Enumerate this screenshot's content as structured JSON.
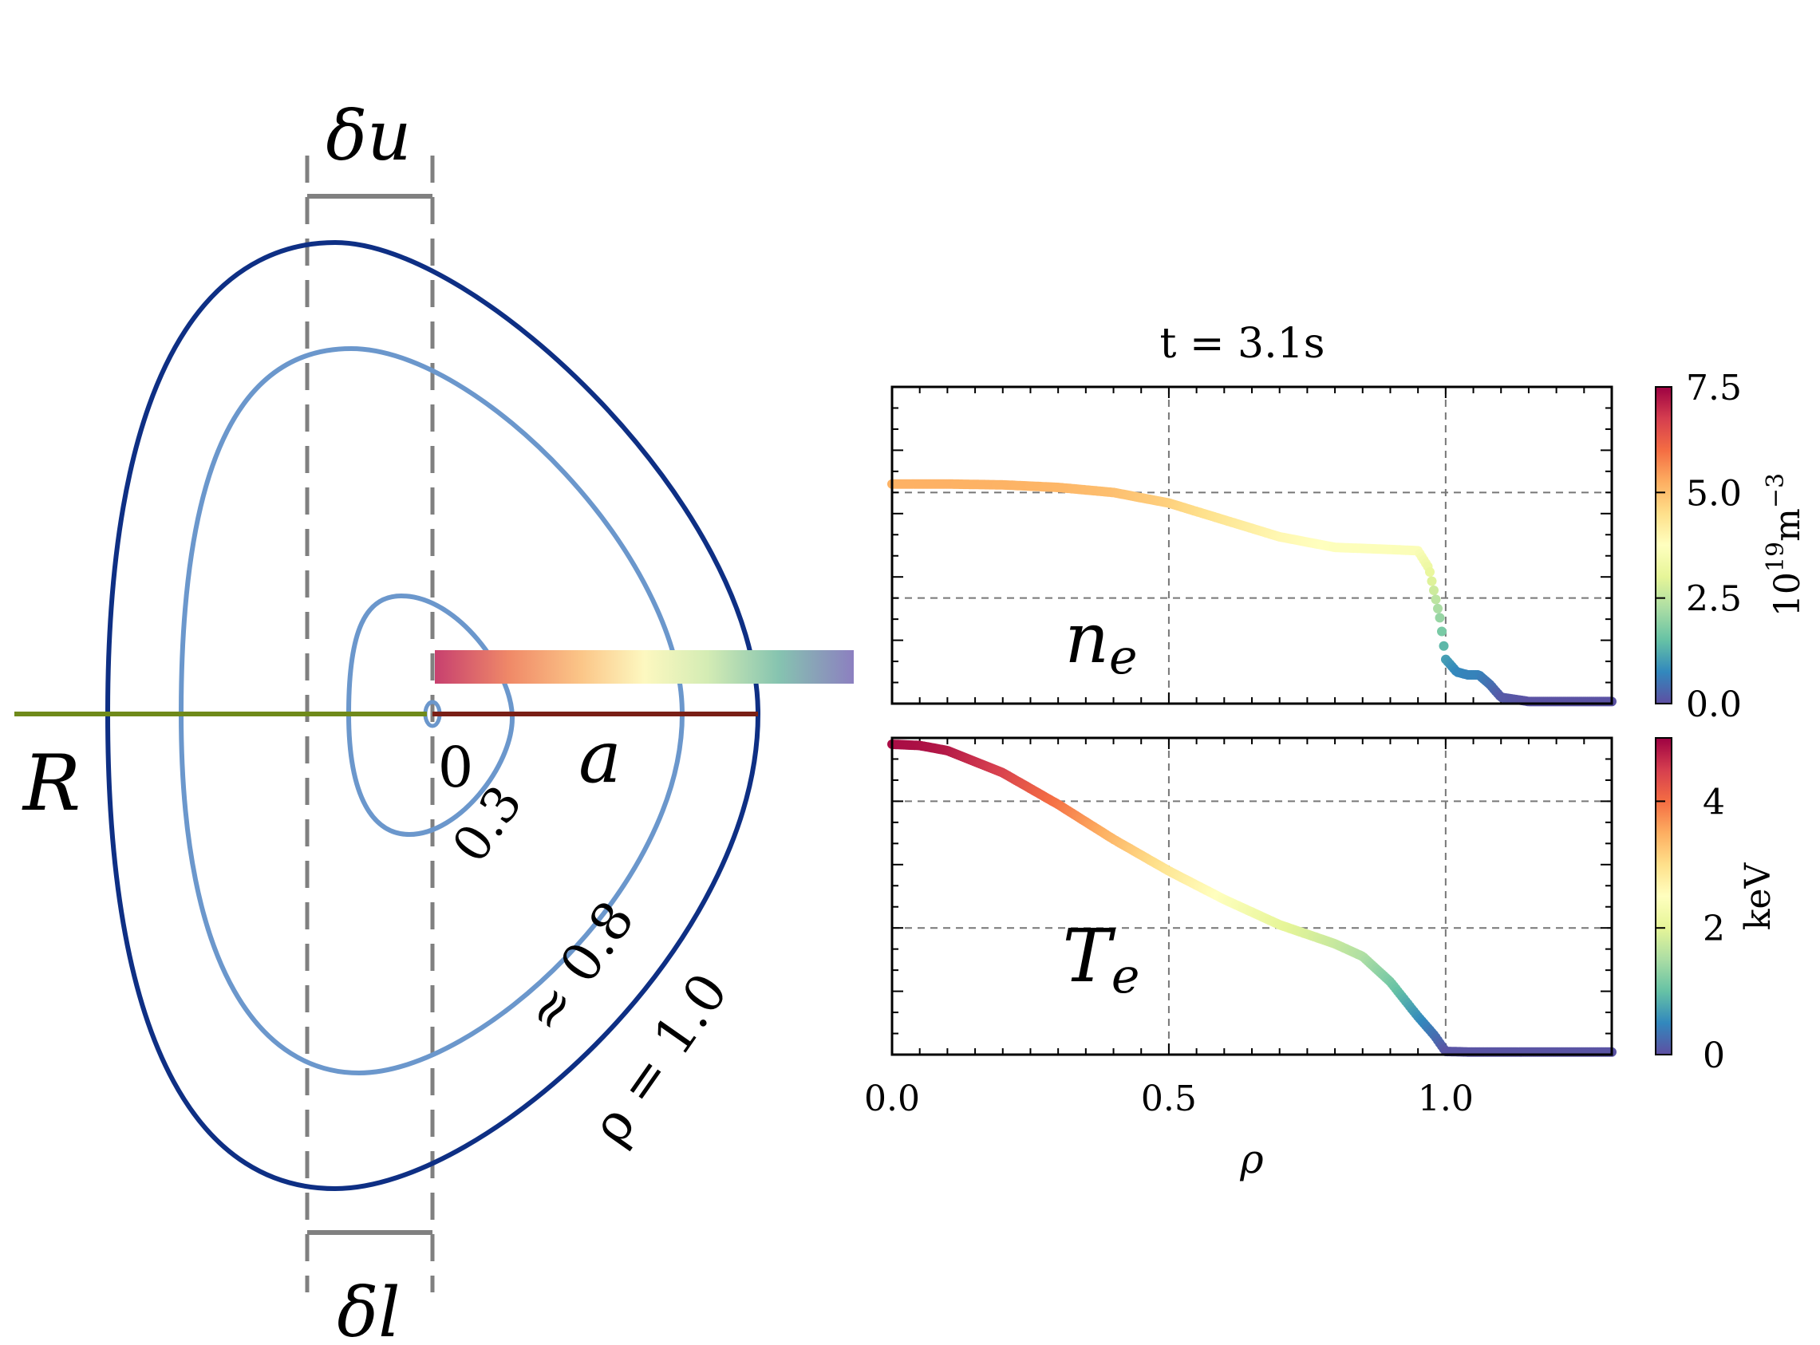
{
  "colors": {
    "outer_contour": "#0e2f84",
    "inner_contour": "#6b97cc",
    "major_radius_line": "#6f8a1a",
    "minor_radius_line": "#7a1f16",
    "shaping_guides": "#808080"
  },
  "cross_section": {
    "label_delta_upper": "δu",
    "label_delta_lower": "δl",
    "label_R": "R",
    "label_a": "a",
    "label_zero": "0",
    "label_03": "0.3",
    "label_08": "≈ 0.8",
    "label_10": "ρ = 1.0"
  },
  "chart_data": [
    {
      "type": "line",
      "title": "t = 3.1s",
      "panel_label": "ne",
      "xlabel": "",
      "ylabel": "",
      "xlim": [
        0.0,
        1.3
      ],
      "ylim": [
        0.0,
        7.5
      ],
      "grid": true,
      "colorbar": {
        "label": "10^19 m^-3",
        "ticks": [
          "0.0",
          "2.5",
          "5.0",
          "7.5"
        ],
        "range": [
          0.0,
          7.5
        ],
        "colormap": "Spectral_r"
      },
      "x": [
        0.0,
        0.1,
        0.2,
        0.3,
        0.4,
        0.5,
        0.6,
        0.7,
        0.8,
        0.9,
        0.95,
        0.97,
        0.99,
        1.0,
        1.02,
        1.04,
        1.06,
        1.08,
        1.1,
        1.15,
        1.2,
        1.3
      ],
      "values": [
        5.2,
        5.2,
        5.18,
        5.12,
        5.0,
        4.75,
        4.35,
        3.95,
        3.7,
        3.65,
        3.62,
        3.2,
        2.0,
        1.05,
        0.75,
        0.68,
        0.68,
        0.45,
        0.15,
        0.05,
        0.05,
        0.05
      ]
    },
    {
      "type": "line",
      "title": "",
      "panel_label": "Te",
      "xlabel": "ρ",
      "ylabel": "",
      "xlim": [
        0.0,
        1.3
      ],
      "ylim": [
        0.0,
        5.0
      ],
      "x_ticks": [
        "0.0",
        "0.5",
        "1.0"
      ],
      "grid": true,
      "colorbar": {
        "label": "keV",
        "ticks": [
          "0",
          "2",
          "4"
        ],
        "range": [
          0.0,
          5.0
        ],
        "colormap": "Spectral_r"
      },
      "x": [
        0.0,
        0.05,
        0.1,
        0.2,
        0.3,
        0.4,
        0.5,
        0.6,
        0.7,
        0.8,
        0.85,
        0.9,
        0.95,
        0.98,
        1.0,
        1.05,
        1.1,
        1.2,
        1.3
      ],
      "values": [
        4.9,
        4.88,
        4.8,
        4.45,
        3.95,
        3.4,
        2.9,
        2.45,
        2.05,
        1.75,
        1.55,
        1.15,
        0.6,
        0.3,
        0.05,
        0.04,
        0.04,
        0.04,
        0.04
      ]
    }
  ]
}
